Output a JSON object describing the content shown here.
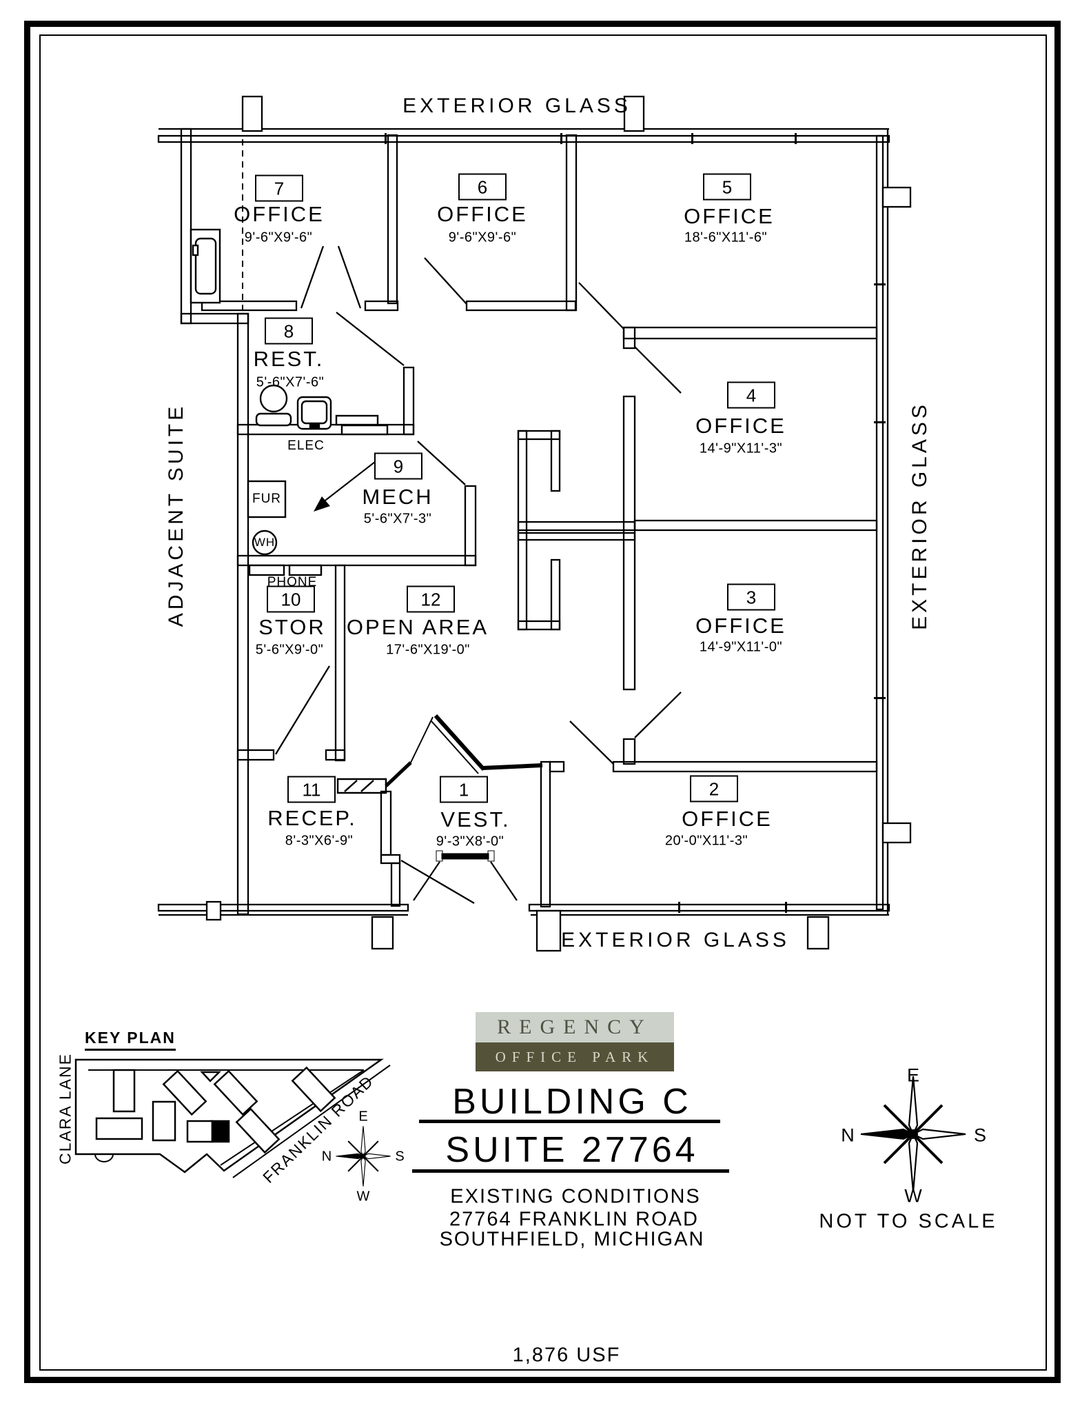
{
  "plan": {
    "exterior_labels": {
      "top": "EXTERIOR GLASS",
      "bottom": "EXTERIOR GLASS",
      "right": "EXTERIOR GLASS",
      "left": "ADJACENT SUITE"
    },
    "rooms": [
      {
        "number": "1",
        "name": "VEST.",
        "dims": "9'-3\"X8'-0\""
      },
      {
        "number": "2",
        "name": "OFFICE",
        "dims": "20'-0\"X11'-3\""
      },
      {
        "number": "3",
        "name": "OFFICE",
        "dims": "14'-9\"X11'-0\""
      },
      {
        "number": "4",
        "name": "OFFICE",
        "dims": "14'-9\"X11'-3\""
      },
      {
        "number": "5",
        "name": "OFFICE",
        "dims": "18'-6\"X11'-6\""
      },
      {
        "number": "6",
        "name": "OFFICE",
        "dims": "9'-6\"X9'-6\""
      },
      {
        "number": "7",
        "name": "OFFICE",
        "dims": "9'-6\"X9'-6\""
      },
      {
        "number": "8",
        "name": "REST.",
        "dims": "5'-6\"X7'-6\""
      },
      {
        "number": "9",
        "name": "MECH",
        "dims": "5'-6\"X7'-3\""
      },
      {
        "number": "10",
        "name": "STOR",
        "dims": "5'-6\"X9'-0\""
      },
      {
        "number": "11",
        "name": "RECEP.",
        "dims": "8'-3\"X6'-9\""
      },
      {
        "number": "12",
        "name": "OPEN AREA",
        "dims": "17'-6\"X19'-0\""
      }
    ],
    "fixtures": {
      "fur": "FUR",
      "wh": "WH",
      "elec": "ELEC",
      "phone": "PHONE"
    }
  },
  "key_plan": {
    "title": "KEY PLAN",
    "street_left": "CLARA LANE",
    "street_right": "FRANKLIN ROAD"
  },
  "compass": {
    "top": "E",
    "left": "N",
    "right": "S",
    "bottom": "W"
  },
  "title_block": {
    "logo_top": "REGENCY",
    "logo_bottom": "OFFICE PARK",
    "line1": "BUILDING C",
    "line2": "SUITE 27764",
    "sub1": "EXISTING CONDITIONS",
    "sub2": "27764 FRANKLIN ROAD",
    "sub3": "SOUTHFIELD, MICHIGAN",
    "area": "1,876 USF",
    "scale_note": "NOT TO SCALE"
  },
  "colors": {
    "ink": "#000000",
    "logo_top_bg": "#ccd2ca",
    "logo_top_text": "#4c5142",
    "logo_bottom_bg": "#55523a",
    "logo_bottom_text": "#d9d7c6"
  }
}
